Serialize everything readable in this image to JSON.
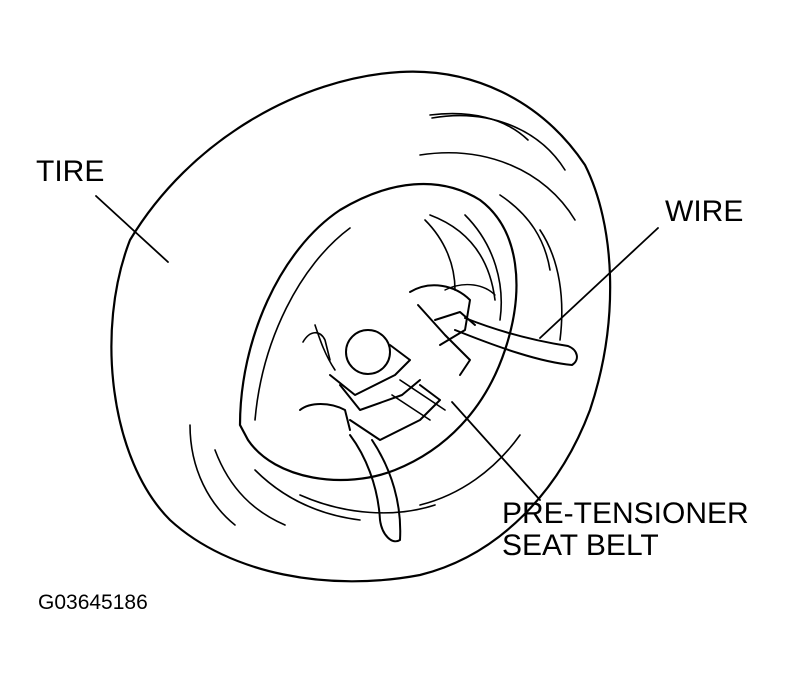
{
  "labels": {
    "tire": "TIRE",
    "wire": "WIRE",
    "pretensioner_line1": "PRE-TENSIONER",
    "pretensioner_line2": "SEAT BELT",
    "figure_code": "G03645186"
  },
  "colors": {
    "ink": "#000000",
    "background": "#ffffff"
  }
}
